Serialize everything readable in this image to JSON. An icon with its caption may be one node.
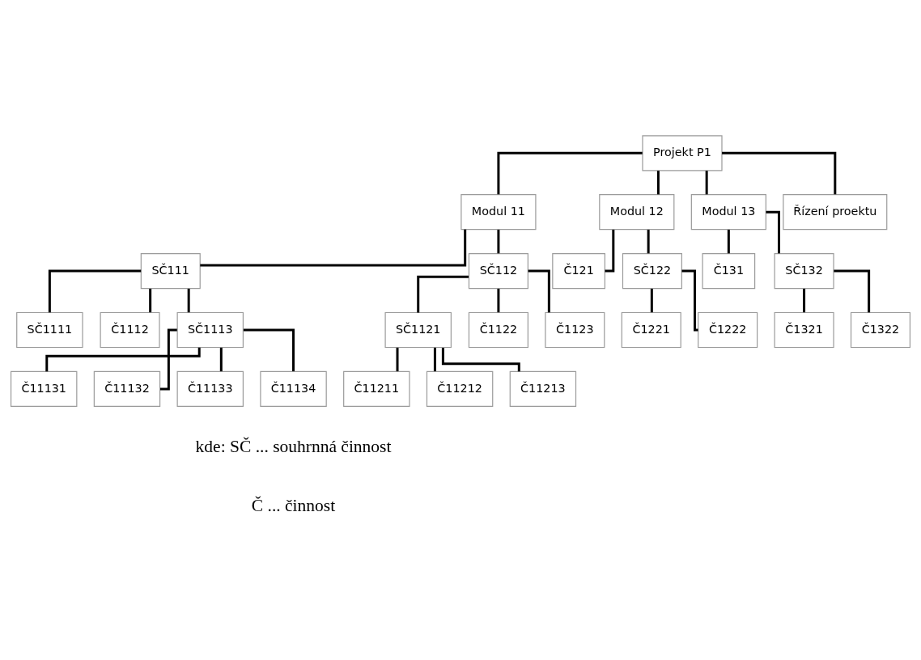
{
  "diagram": {
    "nodes": [
      {
        "text": [
          "Projekt P1"
        ]
      },
      {
        "text": [
          "Modul 11"
        ]
      },
      {
        "text": [
          "Modul 12"
        ]
      },
      {
        "text": [
          "Modul 13"
        ]
      },
      {
        "text": [
          "Řízení proektu"
        ]
      },
      {
        "text": [
          "SČ111"
        ]
      },
      {
        "text": [
          "SČ112"
        ]
      },
      {
        "text": [
          "Č121"
        ]
      },
      {
        "text": [
          "SČ122"
        ]
      },
      {
        "text": [
          "Č131"
        ]
      },
      {
        "text": [
          "SČ132"
        ]
      },
      {
        "text": [
          "SČ1111"
        ]
      },
      {
        "text": [
          "Č1112"
        ]
      },
      {
        "text": [
          "SČ1113"
        ]
      },
      {
        "text": [
          "SČ1121"
        ]
      },
      {
        "text": [
          "Č1122"
        ]
      },
      {
        "text": [
          "Č1123"
        ]
      },
      {
        "text": [
          "Č1221"
        ]
      },
      {
        "text": [
          "Č1321"
        ]
      },
      {
        "text": [
          "Č11131"
        ]
      },
      {
        "text": [
          "Č11211"
        ]
      },
      {
        "text": [
          "Č1222"
        ]
      },
      {
        "text": [
          "Č1322"
        ]
      },
      {
        "text": [
          "Č11132"
        ]
      },
      {
        "text": [
          "Č11212"
        ]
      },
      {
        "text": [
          "Č11133"
        ]
      },
      {
        "text": [
          "Č11213"
        ]
      },
      {
        "text": [
          "Č11134"
        ]
      }
    ],
    "edges": [
      {
        "from": 0,
        "to": 1,
        "arrow": "none"
      },
      {
        "from": 0,
        "to": 2,
        "arrow": "none"
      },
      {
        "from": 0,
        "to": 3,
        "arrow": "none"
      },
      {
        "from": 0,
        "to": 4,
        "arrow": "none"
      },
      {
        "from": 1,
        "to": 5,
        "arrow": "none"
      },
      {
        "from": 1,
        "to": 6,
        "arrow": "none"
      },
      {
        "from": 2,
        "to": 7,
        "arrow": "none"
      },
      {
        "from": 2,
        "to": 8,
        "arrow": "none"
      },
      {
        "from": 3,
        "to": 9,
        "arrow": "none"
      },
      {
        "from": 3,
        "to": 10,
        "arrow": "none"
      },
      {
        "from": 5,
        "to": 11,
        "arrow": "none"
      },
      {
        "from": 5,
        "to": 12,
        "arrow": "none"
      },
      {
        "from": 5,
        "to": 13,
        "arrow": "none"
      },
      {
        "from": 6,
        "to": 14,
        "arrow": "none"
      },
      {
        "from": 6,
        "to": 15,
        "arrow": "none"
      },
      {
        "from": 6,
        "to": 16,
        "arrow": "none"
      },
      {
        "from": 8,
        "to": 17,
        "arrow": "none"
      },
      {
        "from": 8,
        "to": 21,
        "arrow": "none"
      },
      {
        "from": 10,
        "to": 18,
        "arrow": "none"
      },
      {
        "from": 10,
        "to": 22,
        "arrow": "none"
      },
      {
        "from": 13,
        "to": 19,
        "arrow": "none"
      },
      {
        "from": 13,
        "to": 23,
        "arrow": "none"
      },
      {
        "from": 13,
        "to": 25,
        "arrow": "none"
      },
      {
        "from": 13,
        "to": 27,
        "arrow": "none"
      },
      {
        "from": 14,
        "to": 20,
        "arrow": "none"
      },
      {
        "from": 14,
        "to": 24,
        "arrow": "none"
      },
      {
        "from": 14,
        "to": 26,
        "arrow": "none"
      }
    ],
    "labels": [
      "kde: SČ ... souhrnná činnost",
      "Č ... činnost"
    ]
  }
}
